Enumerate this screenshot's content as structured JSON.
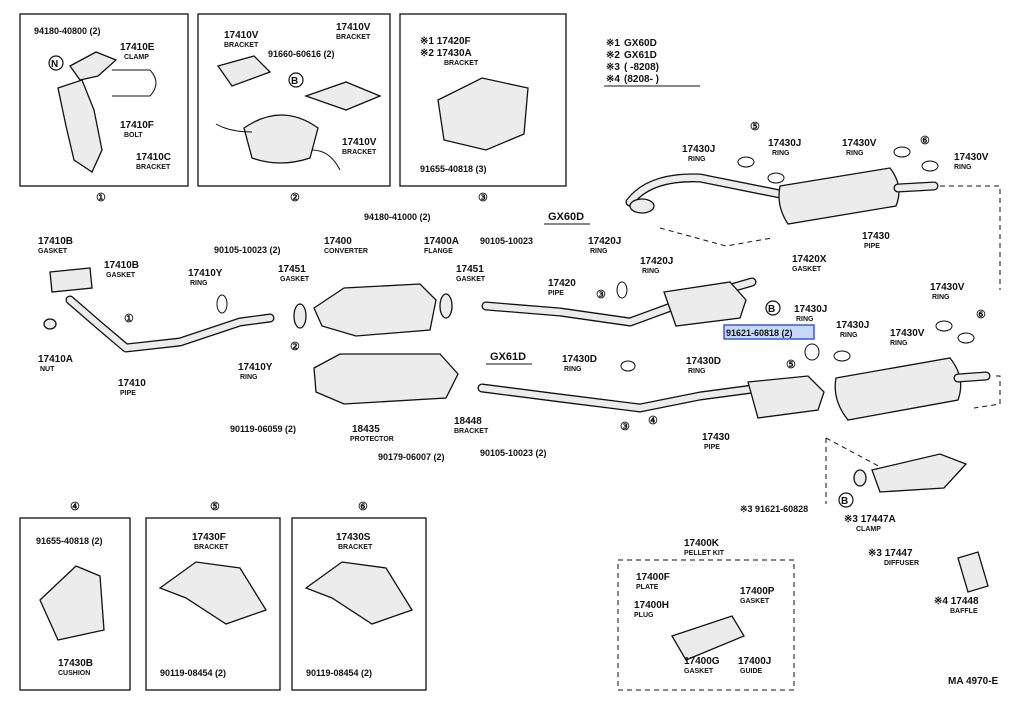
{
  "diagram_code": "MA 4970-E",
  "legend": [
    {
      "mark": "※1",
      "text": "GX60D"
    },
    {
      "mark": "※2",
      "text": "GX61D"
    },
    {
      "mark": "※3",
      "text": "(       -8208)"
    },
    {
      "mark": "※4",
      "text": "(8208-        )"
    }
  ],
  "models": [
    "GX60D",
    "GX61D"
  ],
  "circle_refs": [
    "①",
    "②",
    "③",
    "④",
    "⑤",
    "⑥",
    "N",
    "B"
  ],
  "parts": {
    "p94180_40800": {
      "pn": "94180-40800 (2)",
      "name": ""
    },
    "p17410E": {
      "pn": "17410E",
      "name": "CLAMP"
    },
    "p17410F": {
      "pn": "17410F",
      "name": "BOLT"
    },
    "p17410C": {
      "pn": "17410C",
      "name": "BRACKET"
    },
    "p17410V_a": {
      "pn": "17410V",
      "name": "BRACKET"
    },
    "p17410V_b": {
      "pn": "17410V",
      "name": "BRACKET"
    },
    "p17410V_c": {
      "pn": "17410V",
      "name": "BRACKET"
    },
    "p91660": {
      "pn": "91660-60616 (2)",
      "name": ""
    },
    "p17420F": {
      "pn": "※1 17420F",
      "name": ""
    },
    "p17430A": {
      "pn": "※2 17430A",
      "name": "BRACKET"
    },
    "p91655_a": {
      "pn": "91655-40818 (3)",
      "name": ""
    },
    "p17410B_a": {
      "pn": "17410B",
      "name": "GASKET"
    },
    "p17410B_b": {
      "pn": "17410B",
      "name": "GASKET"
    },
    "p17410A": {
      "pn": "17410A",
      "name": "NUT"
    },
    "p17410": {
      "pn": "17410",
      "name": "PIPE"
    },
    "p90105_a": {
      "pn": "90105-10023 (2)",
      "name": ""
    },
    "p17410Y_a": {
      "pn": "17410Y",
      "name": "RING"
    },
    "p17410Y_b": {
      "pn": "17410Y",
      "name": "RING"
    },
    "p17451_a": {
      "pn": "17451",
      "name": "GASKET"
    },
    "p17400": {
      "pn": "17400",
      "name": "CONVERTER"
    },
    "p94180_41000": {
      "pn": "94180-41000 (2)",
      "name": ""
    },
    "p17400A": {
      "pn": "17400A",
      "name": "FLANGE"
    },
    "p17451_b": {
      "pn": "17451",
      "name": "GASKET"
    },
    "p90105_b": {
      "pn": "90105-10023",
      "name": ""
    },
    "p17420J_a": {
      "pn": "17420J",
      "name": "RING"
    },
    "p17420J_b": {
      "pn": "17420J",
      "name": "RING"
    },
    "p17420": {
      "pn": "17420",
      "name": "PIPE"
    },
    "p17420X": {
      "pn": "17420X",
      "name": "GASKET"
    },
    "p17430J_a": {
      "pn": "17430J",
      "name": "RING"
    },
    "p17430J_b": {
      "pn": "17430J",
      "name": "RING"
    },
    "p17430J_c": {
      "pn": "17430J",
      "name": "RING"
    },
    "p17430J_d": {
      "pn": "17430J",
      "name": "RING"
    },
    "p17430V_a": {
      "pn": "17430V",
      "name": "RING"
    },
    "p17430V_b": {
      "pn": "17430V",
      "name": "RING"
    },
    "p17430V_c": {
      "pn": "17430V",
      "name": "RING"
    },
    "p17430V_d": {
      "pn": "17430V",
      "name": "RING"
    },
    "p17430_a": {
      "pn": "17430",
      "name": "PIPE"
    },
    "p17430_b": {
      "pn": "17430",
      "name": "PIPE"
    },
    "p91621_a": {
      "pn": "91621-60818 (2)",
      "name": ""
    },
    "p17430D_a": {
      "pn": "17430D",
      "name": "RING"
    },
    "p17430D_b": {
      "pn": "17430D",
      "name": "RING"
    },
    "p90119_a": {
      "pn": "90119-06059 (2)",
      "name": ""
    },
    "p18435": {
      "pn": "18435",
      "name": "PROTECTOR"
    },
    "p18448": {
      "pn": "18448",
      "name": "BRACKET"
    },
    "p90179": {
      "pn": "90179-06007 (2)",
      "name": ""
    },
    "p90105_c": {
      "pn": "90105-10023 (2)",
      "name": ""
    },
    "p91621_b": {
      "pn": "※3 91621-60828",
      "name": ""
    },
    "p17447A": {
      "pn": "※3 17447A",
      "name": "CLAMP"
    },
    "p17447": {
      "pn": "※3 17447",
      "name": "DIFFUSER"
    },
    "p17448": {
      "pn": "※4 17448",
      "name": "BAFFLE"
    },
    "p91655_b": {
      "pn": "91655-40818 (2)",
      "name": ""
    },
    "p17430B": {
      "pn": "17430B",
      "name": "CUSHION"
    },
    "p17430F": {
      "pn": "17430F",
      "name": "BRACKET"
    },
    "p90119_b": {
      "pn": "90119-08454 (2)",
      "name": ""
    },
    "p17430S": {
      "pn": "17430S",
      "name": "BRACKET"
    },
    "p90119_c": {
      "pn": "90119-08454 (2)",
      "name": ""
    },
    "p17400K": {
      "pn": "17400K",
      "name": "PELLET KIT"
    },
    "p17400F": {
      "pn": "17400F",
      "name": "PLATE"
    },
    "p17400H": {
      "pn": "17400H",
      "name": "PLUG"
    },
    "p17400P": {
      "pn": "17400P",
      "name": "GASKET"
    },
    "p17400G": {
      "pn": "17400G",
      "name": "GASKET"
    },
    "p17400J": {
      "pn": "17400J",
      "name": "GUIDE"
    }
  }
}
